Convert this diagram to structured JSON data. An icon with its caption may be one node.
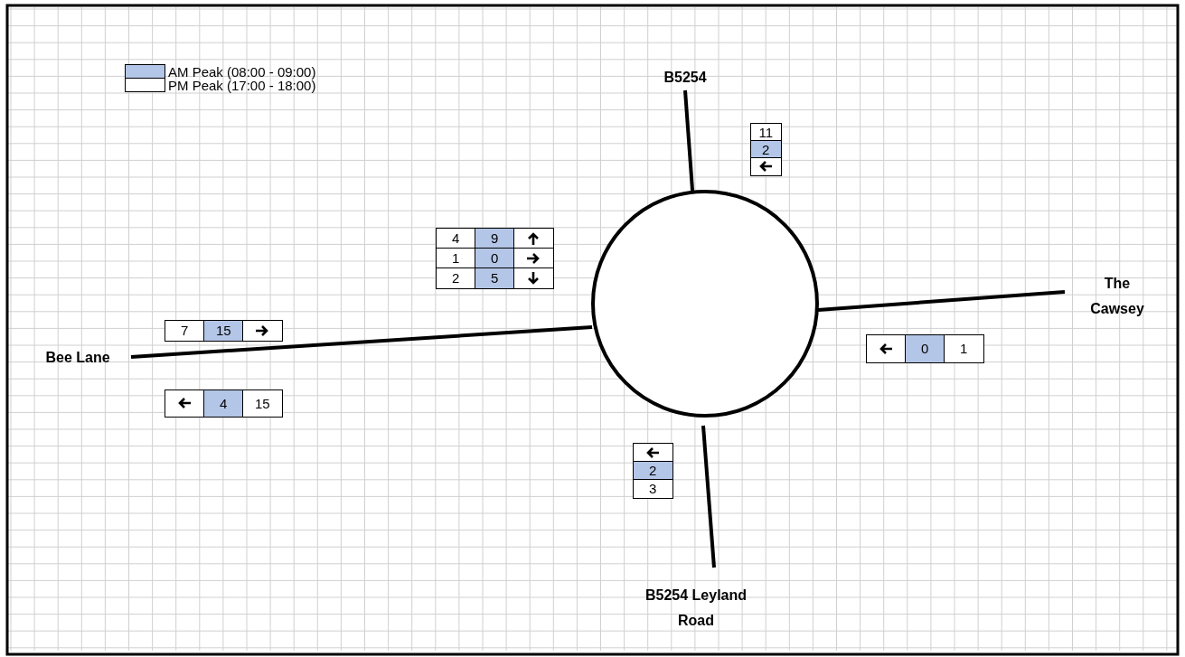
{
  "diagram": {
    "nodes": [
      {
        "text": [],
        "shape": "circle"
      },
      {
        "text": [
          "B5254"
        ]
      },
      {
        "text": [
          "The Cawsey"
        ]
      },
      {
        "text": [
          "B5254 Leyland Road"
        ]
      },
      {
        "text": [
          "Bee Lane"
        ]
      }
    ],
    "edges": [
      {
        "from": 0,
        "to": 1,
        "arrow": "none"
      },
      {
        "from": 0,
        "to": 2,
        "arrow": "none"
      },
      {
        "from": 0,
        "to": 3,
        "arrow": "none"
      },
      {
        "from": 0,
        "to": 4,
        "arrow": "none"
      }
    ],
    "labels": [
      "11",
      "2",
      "4",
      "9",
      "1",
      "0",
      "2",
      "5",
      "7",
      "15",
      "0",
      "1",
      "4",
      "15",
      "2",
      "3"
    ],
    "legend": [
      {
        "text": "AM Peak (08:00 - 09:00)",
        "color": "#b4c6e7"
      },
      {
        "text": "PM Peak (17:00 - 18:00)",
        "color": "#ffffff"
      }
    ]
  }
}
